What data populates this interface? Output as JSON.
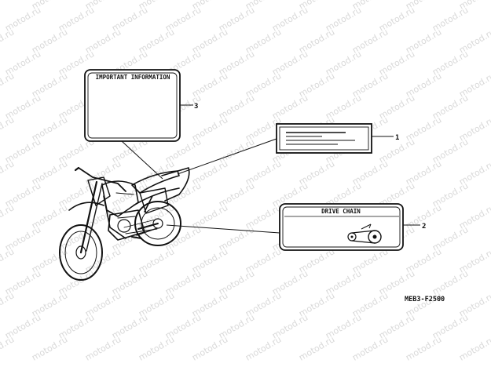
{
  "watermark": "motod.ru",
  "labels": {
    "important": {
      "title": "IMPORTANT INFORMATION",
      "callout": "3"
    },
    "generic": {
      "callout": "1"
    },
    "chain": {
      "title": "DRIVE CHAIN",
      "callout": "2"
    }
  },
  "diagram_code": "MEB3-F2500"
}
